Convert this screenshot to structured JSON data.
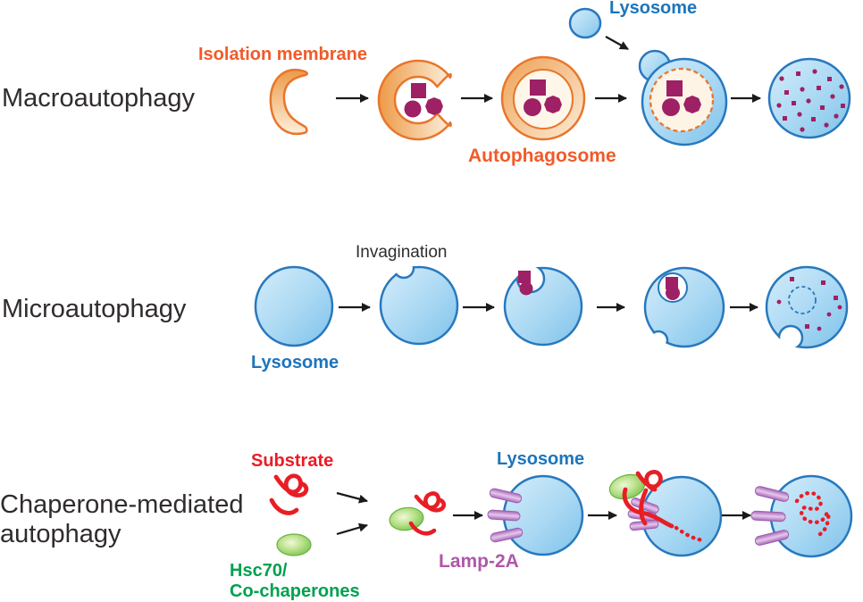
{
  "figure": {
    "title_row1": "Macroautophagy",
    "title_row2": "Microautophagy",
    "title_row3_line1": "Chaperone-mediated",
    "title_row3_line2": "autophagy"
  },
  "labels": {
    "isolation_membrane": "Isolation membrane",
    "lysosome_macro": "Lysosome",
    "autophagosome": "Autophagosome",
    "invagination": "Invagination",
    "lysosome_micro": "Lysosome",
    "substrate": "Substrate",
    "hsc70_line1": "Hsc70/",
    "hsc70_line2": "Co-chaperones",
    "lysosome_cma": "Lysosome",
    "lamp2a": "Lamp-2A"
  },
  "colors": {
    "black": "#302C2D",
    "blue": "#1C75BC",
    "orange": "#F15A29",
    "red": "#EC1B24",
    "green": "#00A14E",
    "purple": "#AE58A8",
    "membrane_blue": "#2878BE",
    "membrane_orange": "#E8762B",
    "cargo_purple": "#9E2065",
    "substrate_red": "#E81E25",
    "chaperone_green": "#6ABD45",
    "lamp_rod_purple": "#A866BB"
  }
}
